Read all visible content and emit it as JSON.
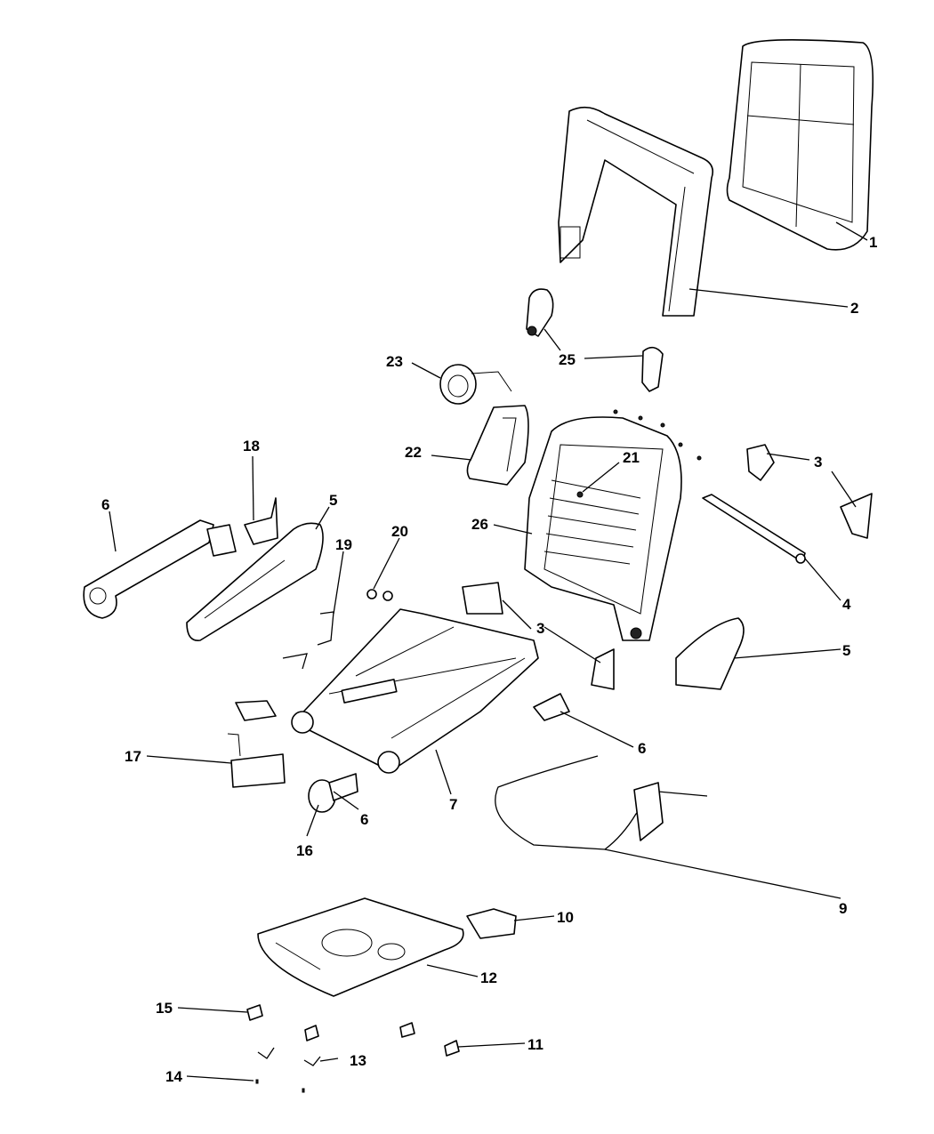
{
  "diagram": {
    "type": "exploded-parts-diagram",
    "subject": "Power front seat frame, track and components",
    "callouts": [
      {
        "id": "c1",
        "label": "1",
        "part": "seat-back-panel"
      },
      {
        "id": "c2",
        "label": "2",
        "part": "seat-back-frame-upper"
      },
      {
        "id": "c3a",
        "label": "3",
        "part": "bracket-upper-right"
      },
      {
        "id": "c3b",
        "label": "3",
        "part": "bracket-center"
      },
      {
        "id": "c4",
        "label": "4",
        "part": "cross-rod"
      },
      {
        "id": "c5a",
        "label": "5",
        "part": "side-shield-left"
      },
      {
        "id": "c5b",
        "label": "5",
        "part": "side-shield-right"
      },
      {
        "id": "c6a",
        "label": "6",
        "part": "track-cover-left"
      },
      {
        "id": "c6b",
        "label": "6",
        "part": "bracket-right"
      },
      {
        "id": "c6c",
        "label": "6",
        "part": "knob-cover"
      },
      {
        "id": "c7",
        "label": "7",
        "part": "seat-track-adjuster"
      },
      {
        "id": "c9",
        "label": "9",
        "part": "cable-harness"
      },
      {
        "id": "c10",
        "label": "10",
        "part": "module"
      },
      {
        "id": "c11",
        "label": "11",
        "part": "clip"
      },
      {
        "id": "c12",
        "label": "12",
        "part": "seat-cushion-pan"
      },
      {
        "id": "c13",
        "label": "13",
        "part": "hook"
      },
      {
        "id": "c14",
        "label": "14",
        "part": "screw"
      },
      {
        "id": "c15",
        "label": "15",
        "part": "clip"
      },
      {
        "id": "c16",
        "label": "16",
        "part": "knob"
      },
      {
        "id": "c17",
        "label": "17",
        "part": "switch-assembly"
      },
      {
        "id": "c18",
        "label": "18",
        "part": "trim-cover"
      },
      {
        "id": "c19",
        "label": "19",
        "part": "wire-bracket"
      },
      {
        "id": "c20",
        "label": "20",
        "part": "nut"
      },
      {
        "id": "c21",
        "label": "21",
        "part": "fastener"
      },
      {
        "id": "c22",
        "label": "22",
        "part": "lumbar-support"
      },
      {
        "id": "c23",
        "label": "23",
        "part": "speaker-motor"
      },
      {
        "id": "c25",
        "label": "25",
        "part": "headrest-guide"
      },
      {
        "id": "c26",
        "label": "26",
        "part": "seat-back-frame"
      }
    ]
  }
}
